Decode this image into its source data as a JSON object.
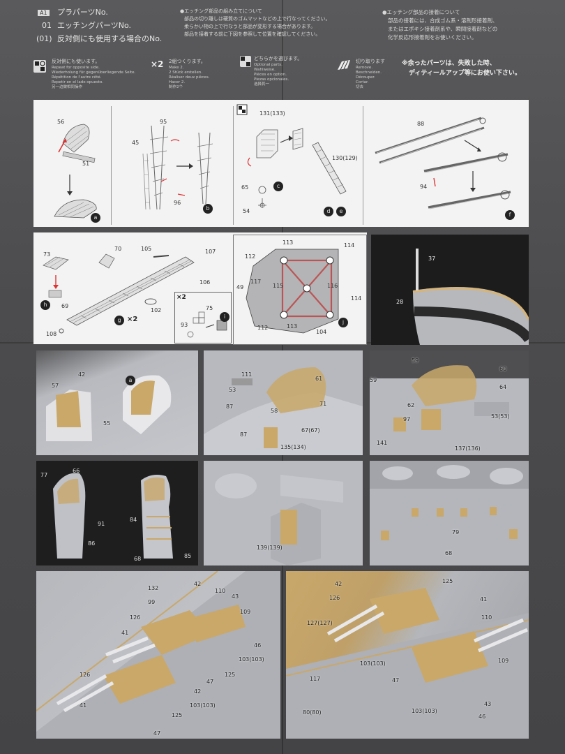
{
  "header": {
    "a1": "A1",
    "row1_code": "",
    "row1_text": "プラパーツNo.",
    "row2_code": "01",
    "row2_text": "エッチングパーツNo.",
    "row3_code": "(01)",
    "row3_text": "反対側にも使用する場合のNo.",
    "note_left_1": "●エッチング部品の組み立てについて",
    "note_left_2": "部品の切り離しは硬質のゴムマットなどの上で行なってください。",
    "note_left_3": "柔らかい物の上で行なうと部品が変形する場合があります。",
    "note_left_4": "部品を接着する前に下図を参照して位置を確認してください。",
    "note_right_1": "●エッチング部品の接着について",
    "note_right_2": "部品の接着には、合成ゴム系・溶剤形接着剤、",
    "note_right_3": "またはエポキシ接着剤系や、瞬間接着剤などの",
    "note_right_4": "化学反応形接着剤をお使いください。",
    "legend1_jp": "反対側にも使います。",
    "legend1_en": "Repeat for opposite side.",
    "legend1_de": "Wiederholung für gegenüberliegende Seite.",
    "legend1_fr": "Répétition de l'autre côté.",
    "legend1_es": "Repetir en el lado opuesto.",
    "legend1_zh": "另一边做相同操作",
    "legend2_jp": "2組つくります。",
    "legend2_en": "Make 2.",
    "legend2_de": "2 Stück erstellen.",
    "legend2_fr": "Réaliser deux pièces.",
    "legend2_es": "Hacer 2.",
    "legend2_zh": "制作2个",
    "legend3_jp": "どちらかを選びます。",
    "legend3_en": "Optional parts.",
    "legend3_de": "Wahlweise.",
    "legend3_fr": "Pièces en option.",
    "legend3_es": "Piezas opcionales.",
    "legend3_zh": "选择其一",
    "legend4_jp": "切り取ります",
    "legend4_en": "Remove.",
    "legend4_de": "Beschneiden.",
    "legend4_fr": "Découper.",
    "legend4_es": "Cortar.",
    "legend4_zh": "切去",
    "surplus_1": "※余ったパーツは、失敗した時、",
    "surplus_2": "ディティールアップ等にお使い下さい。"
  },
  "steps": {
    "a": "a",
    "b": "b",
    "c": "c",
    "d": "d",
    "e": "e",
    "f": "f",
    "g": "g",
    "h": "h",
    "i": "i",
    "j": "j"
  },
  "labels": {
    "n56": "56",
    "n51": "51",
    "n95": "95",
    "n45": "45",
    "n96": "96",
    "n131": "131(133)",
    "n130": "130(129)",
    "n65": "65",
    "n54": "54",
    "n88": "88",
    "n94": "94",
    "n73": "73",
    "n70": "70",
    "n105": "105",
    "n107": "107",
    "n106": "106",
    "n69": "69",
    "n102": "102",
    "n108": "108",
    "n75": "75",
    "n93": "93",
    "n113a": "113",
    "n114a": "114",
    "n112a": "112",
    "n49": "49",
    "n117": "117",
    "n115": "115",
    "n116": "116",
    "n114b": "114",
    "n112b": "112",
    "n113b": "113",
    "n104": "104",
    "n37": "37",
    "n28": "28",
    "p42a": "42",
    "p57": "57",
    "p55": "55",
    "p111": "111",
    "p61a": "61",
    "p53a": "53",
    "p87a": "87",
    "p58": "58",
    "p71": "71",
    "p87b": "87",
    "p67": "67(67)",
    "p135": "135(134)",
    "p59a": "59",
    "p59b": "59",
    "p60": "60",
    "p64": "64",
    "p62": "62",
    "p97": "97",
    "p53b": "53(53)",
    "p141": "141",
    "p137": "137(136)",
    "p77": "77",
    "p66": "66",
    "p91": "91",
    "p86": "86",
    "p84": "84",
    "p68a": "68",
    "p85": "85",
    "p139": "139(139)",
    "p79": "79",
    "p68b": "68",
    "p132": "132",
    "p42b": "42",
    "p110a": "110",
    "p43a": "43",
    "p99": "99",
    "p109a": "109",
    "p126a": "126",
    "p41a": "41",
    "p46a": "46",
    "p103a": "103(103)",
    "p125a": "125",
    "p47a": "47",
    "p126b": "126",
    "p42c": "42",
    "p41b": "41",
    "p103b": "103(103)",
    "p125b": "125",
    "p47b": "47",
    "p42d": "42",
    "p125c": "125",
    "p41c": "41",
    "p126c": "126",
    "p127": "127(127)",
    "p110b": "110",
    "p103c": "103(103)",
    "p109b": "109",
    "p47c": "47",
    "p117": "117",
    "p103d": "103(103)",
    "p46b": "46",
    "p43b": "43",
    "p80": "80(80)"
  },
  "colors": {
    "brass": "#c9a86a",
    "grey_model": "#b9bcc2",
    "paper": "#f3f3f4",
    "dark_bg": "#4c4c4e"
  }
}
